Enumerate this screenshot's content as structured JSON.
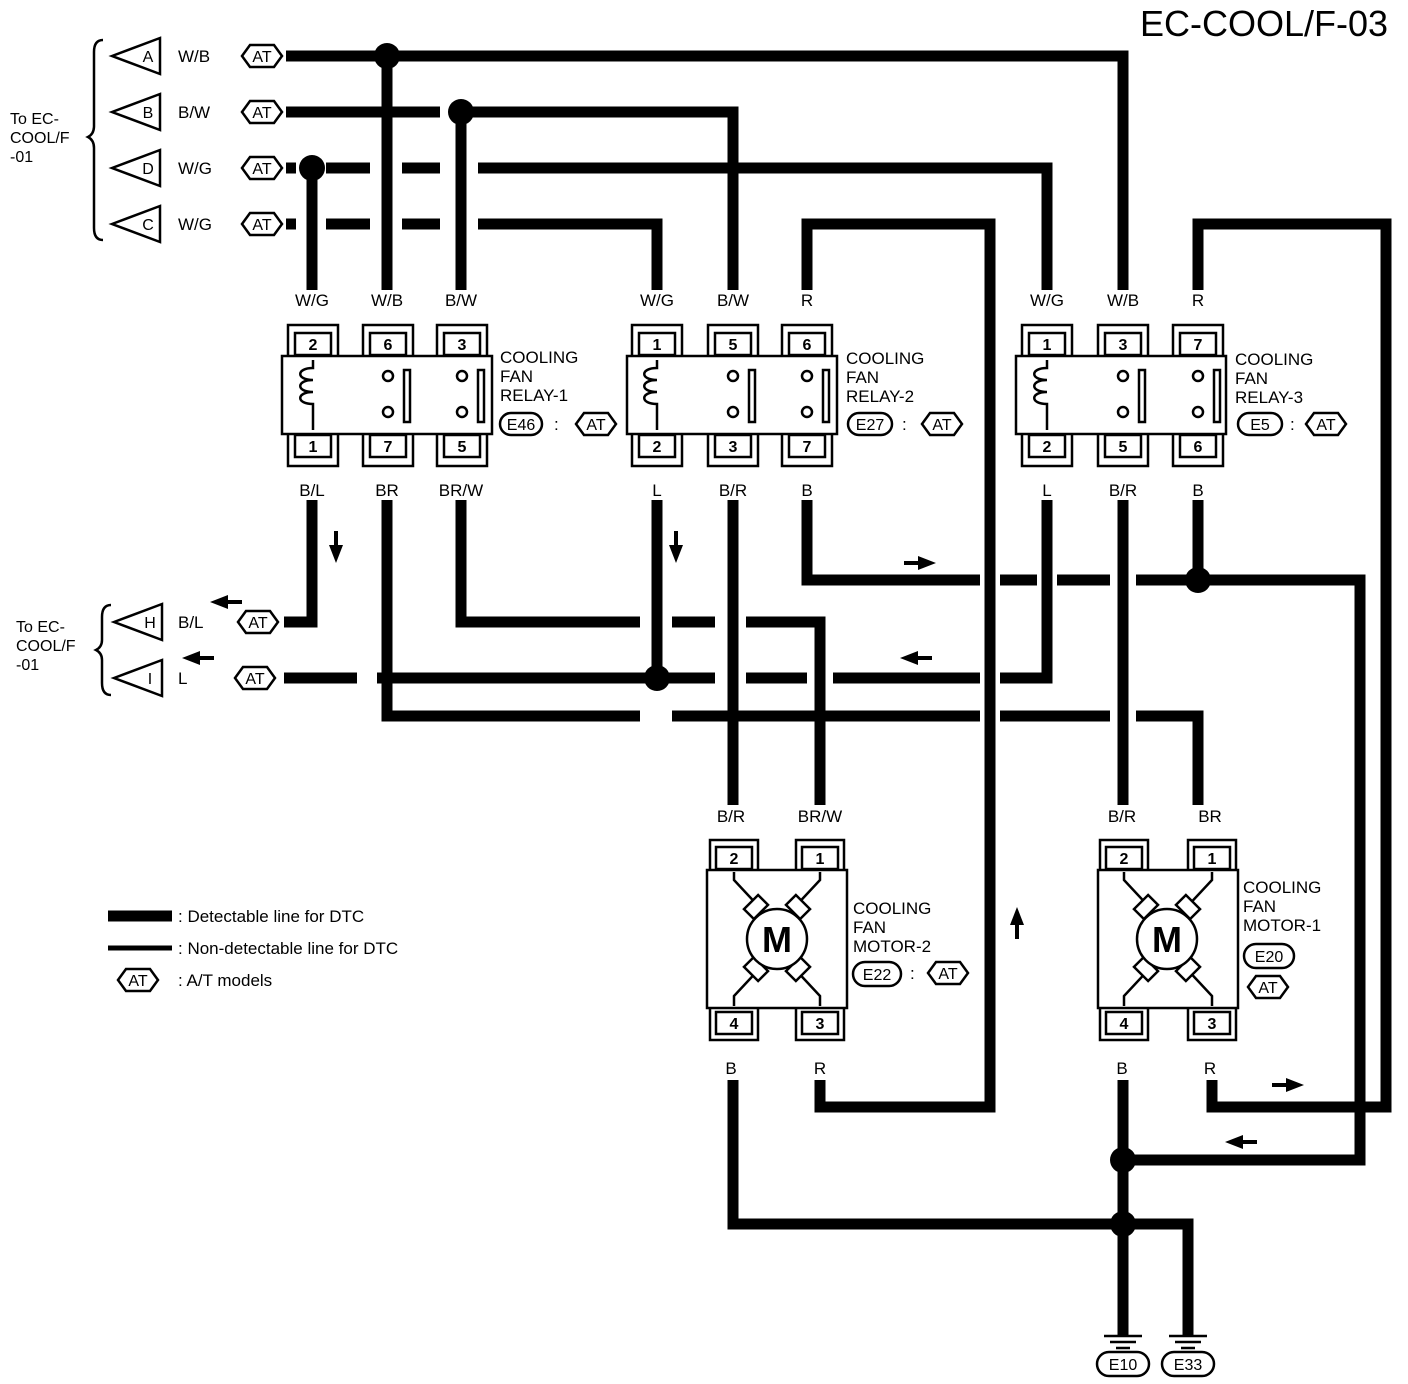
{
  "title": "EC-COOL/F-03",
  "connector_groups": {
    "top": {
      "label": "To EC-\nCOOL/F\n-01",
      "items": [
        {
          "id": "A",
          "wire": "W/B",
          "tag": "AT"
        },
        {
          "id": "B",
          "wire": "B/W",
          "tag": "AT"
        },
        {
          "id": "D",
          "wire": "W/G",
          "tag": "AT"
        },
        {
          "id": "C",
          "wire": "W/G",
          "tag": "AT"
        }
      ]
    },
    "bottom": {
      "label": "To EC-\nCOOL/F\n-01",
      "items": [
        {
          "id": "H",
          "wire": "B/L",
          "tag": "AT"
        },
        {
          "id": "I",
          "wire": "L",
          "tag": "AT"
        }
      ]
    }
  },
  "relays": [
    {
      "name": "COOLING\nFAN\nRELAY-1",
      "connector": "E46",
      "tag": "AT",
      "top_wires": [
        "W/G",
        "W/B",
        "B/W"
      ],
      "top_pins": [
        "2",
        "6",
        "3"
      ],
      "bottom_pins": [
        "1",
        "7",
        "5"
      ],
      "bottom_wires": [
        "B/L",
        "BR",
        "BR/W"
      ]
    },
    {
      "name": "COOLING\nFAN\nRELAY-2",
      "connector": "E27",
      "tag": "AT",
      "top_wires": [
        "W/G",
        "B/W",
        "R"
      ],
      "top_pins": [
        "1",
        "5",
        "6"
      ],
      "bottom_pins": [
        "2",
        "3",
        "7"
      ],
      "bottom_wires": [
        "L",
        "B/R",
        "B"
      ]
    },
    {
      "name": "COOLING\nFAN\nRELAY-3",
      "connector": "E5",
      "tag": "AT",
      "top_wires": [
        "W/G",
        "W/B",
        "R"
      ],
      "top_pins": [
        "1",
        "3",
        "7"
      ],
      "bottom_pins": [
        "2",
        "5",
        "6"
      ],
      "bottom_wires": [
        "L",
        "B/R",
        "B"
      ]
    }
  ],
  "motors": [
    {
      "name": "COOLING\nFAN\nMOTOR-2",
      "connector": "E22",
      "tag": "AT",
      "symbol": "M",
      "top_wires": [
        "B/R",
        "BR/W"
      ],
      "top_pins": [
        "2",
        "1"
      ],
      "bottom_pins": [
        "4",
        "3"
      ],
      "bottom_wires": [
        "B",
        "R"
      ]
    },
    {
      "name": "COOLING\nFAN\nMOTOR-1",
      "connector": "E20",
      "tag": "AT",
      "symbol": "M",
      "top_wires": [
        "B/R",
        "BR"
      ],
      "top_pins": [
        "2",
        "1"
      ],
      "bottom_pins": [
        "4",
        "3"
      ],
      "bottom_wires": [
        "B",
        "R"
      ]
    }
  ],
  "grounds": [
    {
      "wire": "B",
      "id": "E10"
    },
    {
      "wire": "B",
      "id": "E33"
    }
  ],
  "legend": [
    {
      "symbol": "thick-line",
      "text": ": Detectable line for DTC"
    },
    {
      "symbol": "thin-line",
      "text": ": Non-detectable line for DTC"
    },
    {
      "symbol": "AT",
      "text": ": A/T models"
    }
  ],
  "colors": {
    "ink": "#000000",
    "paper": "#ffffff"
  }
}
